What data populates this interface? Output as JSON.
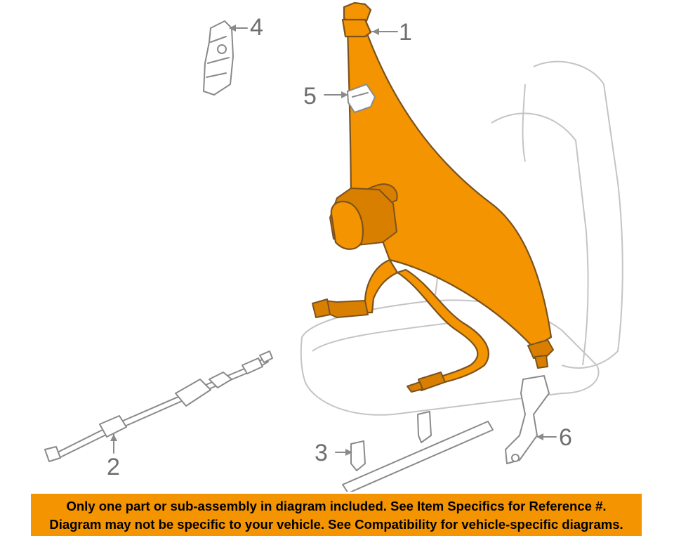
{
  "callouts": {
    "c1": "1",
    "c2": "2",
    "c3": "3",
    "c4": "4",
    "c5": "5",
    "c6": "6"
  },
  "banner": {
    "line1": "Only one part or sub-assembly in diagram included. See Item Specifics for Reference #.",
    "line2": "Diagram may not be specific to your vehicle. See Compatibility for vehicle-specific diagrams."
  },
  "colors": {
    "highlight": "#f39400",
    "line_art": "#8a8a8a",
    "callout_text": "#6f6f6f"
  }
}
